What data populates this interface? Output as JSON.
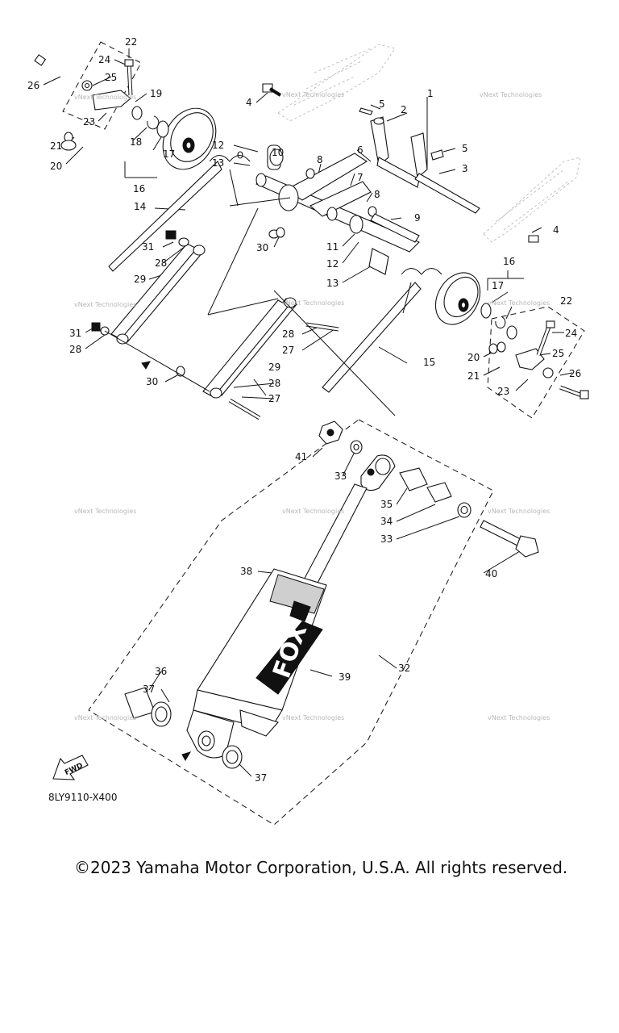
{
  "diagram": {
    "part_numbers": [
      "1",
      "2",
      "3",
      "4",
      "4",
      "5",
      "5",
      "6",
      "7",
      "8",
      "8",
      "9",
      "10",
      "11",
      "12",
      "12",
      "13",
      "13",
      "14",
      "15",
      "16",
      "16",
      "17",
      "17",
      "18",
      "19",
      "20",
      "20",
      "21",
      "21",
      "22",
      "22",
      "23",
      "23",
      "24",
      "24",
      "25",
      "25",
      "26",
      "26",
      "27",
      "27",
      "28",
      "28",
      "28",
      "28",
      "29",
      "29",
      "30",
      "30",
      "31",
      "31",
      "32",
      "33",
      "33",
      "34",
      "35",
      "36",
      "37",
      "37",
      "38",
      "39",
      "40",
      "41"
    ],
    "drawing_code": "8LY9110-X400",
    "fwd_label": "FWD",
    "watermark": "vNext Technologies",
    "shock_brand": "FOX"
  },
  "footer": {
    "copyright": "©2023 Yamaha Motor Corporation, U.S.A. All rights reserved."
  }
}
